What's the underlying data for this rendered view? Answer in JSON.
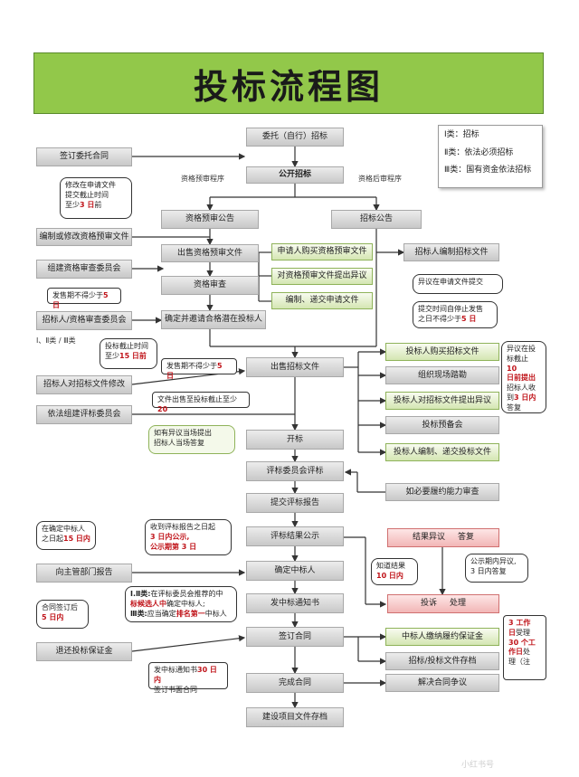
{
  "title": "投标流程图",
  "legend": [
    "Ⅰ类：招标",
    "Ⅱ类：依法必须招标",
    "Ⅲ类：国有资金依法招标"
  ],
  "center": {
    "entrust": "委托（自行）招标",
    "open_tender": "公开招标",
    "prequal_notice": "资格预审公告",
    "tender_notice": "招标公告",
    "sell_prequal": "出售资格预审文件",
    "prequal_review": "资格审查",
    "confirm_invite": "确定并邀请合格潜在投标人",
    "sell_tender": "出售招标文件",
    "bid_open": "开标",
    "committee_review": "评标委员会评标",
    "submit_report": "提交评标报告",
    "publicity": "评标结果公示",
    "decide_winner": "确定中标人",
    "notice": "发中标通知书",
    "sign": "签订合同",
    "complete": "完成合同",
    "archive": "建设项目文件存档"
  },
  "left": {
    "sign_entrust": "签订委托合同",
    "edit_prequal": "编制或修改资格预审文件",
    "form_committee": "组建资格审查委员会",
    "tenderer_committee": "招标人/资格审查委员会",
    "modify_tender": "招标人对招标文件修改",
    "form_eval": "依法组建评标委员会",
    "report": "向主管部门报告",
    "refund": "退还投标保证金"
  },
  "right_green": {
    "buy_prequal": "申请人购买资格预审文件",
    "object_prequal": "对资格预审文件提出异议",
    "prepare_apply": "编制、递交申请文件",
    "buy_tender": "投标人购买招标文件",
    "site_visit": "组织现场踏勘",
    "object_tender": "投标人对招标文件提出异议",
    "prebid": "投标预备会",
    "prepare_bid": "投标人编制、递交投标文件",
    "perf_review": "如必要履约能力审查",
    "pay_bond": "中标人缴纳履约保证金",
    "tender_archive": "招标/投标文件存档",
    "dispute": "解决合同争议"
  },
  "edit_tender": "招标人编制招标文件",
  "pink": {
    "result_objection": "结果异议",
    "answer": "答复",
    "complaint": "投诉",
    "handle": "处理"
  },
  "labels": {
    "prequal_proc": "资格预审程序",
    "post_proc": "资格后审程序",
    "class_1_2_3": "Ⅰ、Ⅱ类 / Ⅲ类"
  },
  "callouts": {
    "modify_a": "修改在申请文件",
    "modify_b": "提交截止时间",
    "modify_c": "至少",
    "modify_d": "3 日",
    "modify_e": "前",
    "sale_a": "发售期不得少于",
    "sale_b": "5 日",
    "obj_prequal": "异议在申请文件提交",
    "submit_a": "提交时间自停止发售",
    "submit_b": "之日不得少于",
    "submit_c": "5 日",
    "bid_deadline_a": "投标截止时间",
    "bid_deadline_b": "至少",
    "bid_deadline_c": "15 日前",
    "sale2_a": "发售期不得少于",
    "sale2_b": "5 日",
    "doc_sale_a": "文件出售至投标截止至少",
    "doc_sale_b": "20",
    "obj_tender_a": "异议在投",
    "obj_tender_b": "标截止",
    "obj_tender_c": "10",
    "obj_tender_d": "日前提出",
    "obj_tender_e": "招标人收",
    "obj_tender_f": "到",
    "obj_tender_g": "3 日内",
    "obj_tender_h": "答复",
    "onsite_a": "如有异议当场提出",
    "onsite_b": "招标人当场答复",
    "pub_a": "收到评标报告之日起",
    "pub_b": "3 日内公示,",
    "pub_c": "公示期第 3 日",
    "win_a": "在确定中标人",
    "win_b": "之日起",
    "win_c": "15 日内",
    "know_a": "知道结果",
    "know_b": "10 日内",
    "pubobj_a": "公示期内异议,",
    "pubobj_b": "3 日内答复",
    "cls_a": "Ⅰ.Ⅱ类:",
    "cls_b": "在评标委员会推荐的中",
    "cls_c": "标候选人中",
    "cls_d": "确定中标人;",
    "cls_e": "Ⅲ类:",
    "cls_f": "应当确定",
    "cls_g": "排名第一",
    "cls_h": "中标人",
    "contract_a": "合同签订后",
    "contract_b": "5 日内",
    "sign_a": "发中标通知书",
    "sign_b": "30 日内",
    "sign_c": "签订书面合同",
    "cmp_a": "3 工作",
    "cmp_b": "日",
    "cmp_c": "受理",
    "cmp_d": "30 个工",
    "cmp_e": "作日",
    "cmp_f": "处",
    "cmp_g": "理（注"
  },
  "watermark": "小红书号"
}
